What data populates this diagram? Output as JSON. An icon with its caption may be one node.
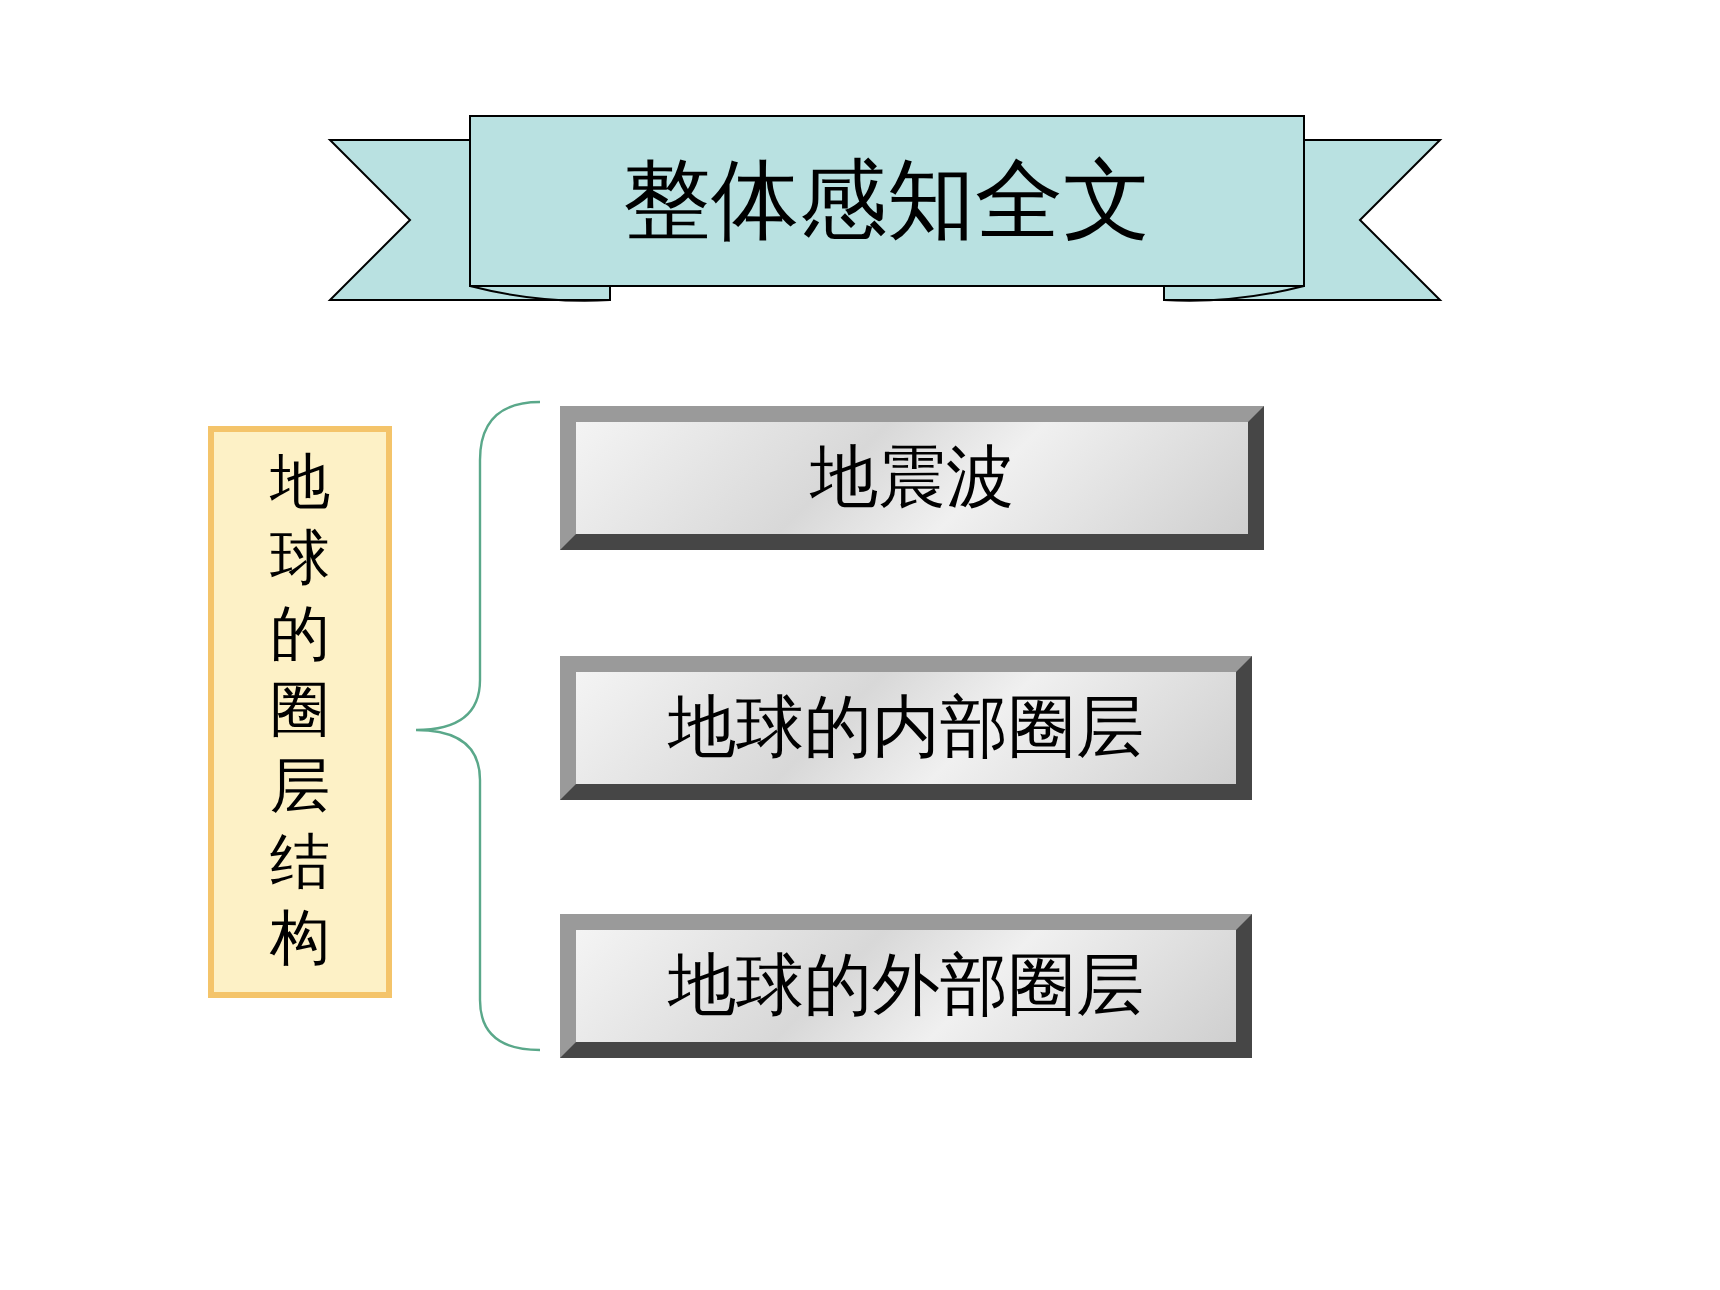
{
  "diagram": {
    "title": "整体感知全文",
    "nodes": [
      {
        "text": [
          "地球的圈层结构"
        ]
      },
      {
        "text": [
          "地震波"
        ]
      },
      {
        "text": [
          "地球的内部圈层"
        ]
      },
      {
        "text": [
          "地球的外部圈层"
        ]
      }
    ]
  }
}
